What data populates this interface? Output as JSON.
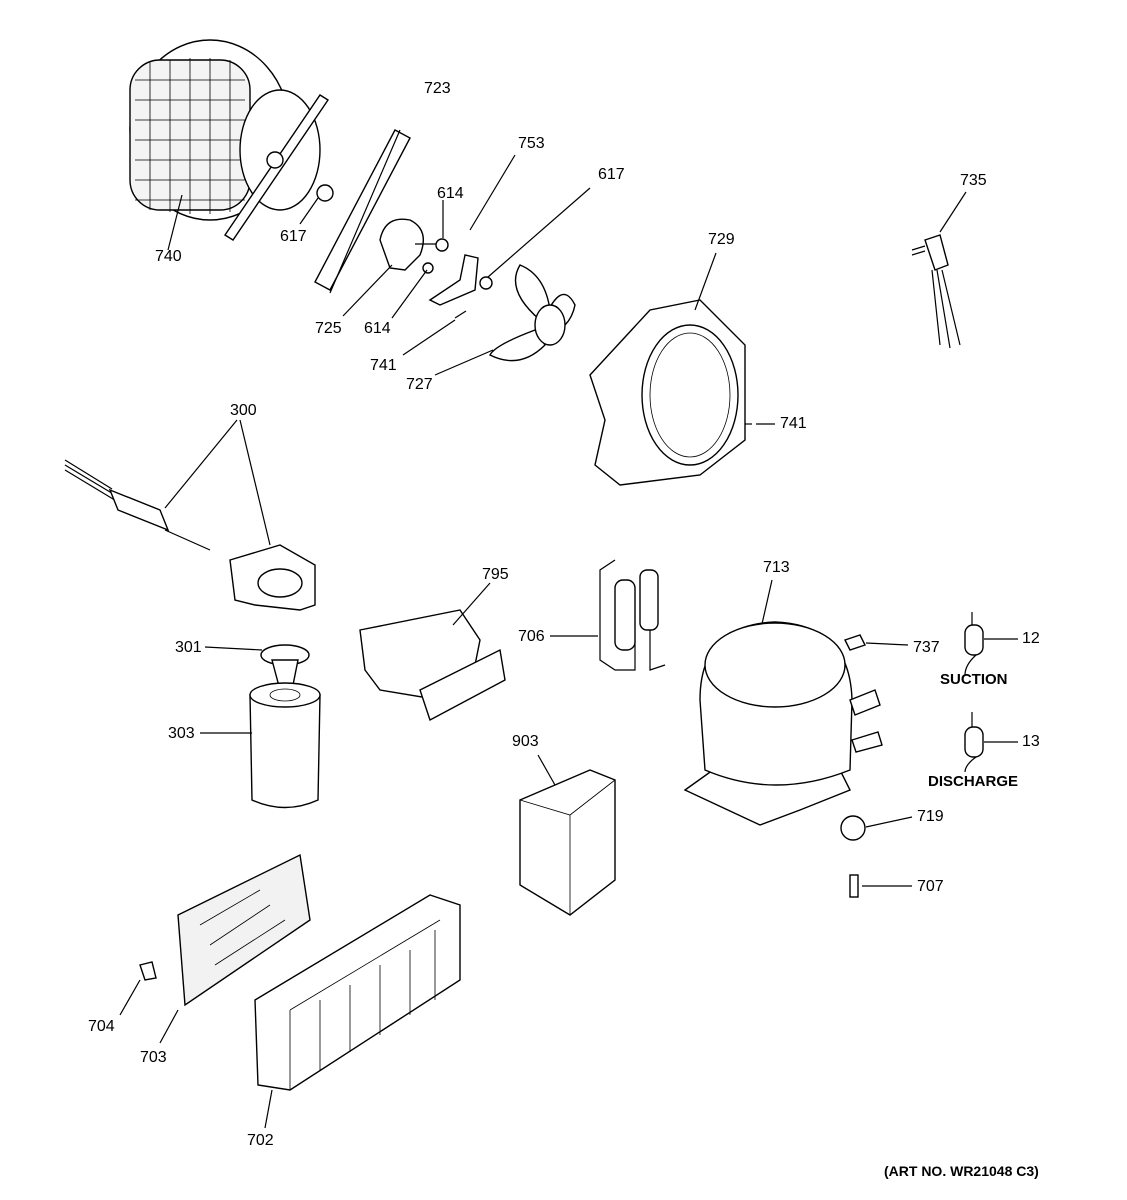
{
  "labels": {
    "l740": "740",
    "l723": "723",
    "l617a": "617",
    "l614a": "614",
    "l753": "753",
    "l617b": "617",
    "l735": "735",
    "l729": "729",
    "l725": "725",
    "l614b": "614",
    "l741a": "741",
    "l727": "727",
    "l741b": "741",
    "l300": "300",
    "l795": "795",
    "l706": "706",
    "l713": "713",
    "l301": "301",
    "l737": "737",
    "l12": "12",
    "l303": "303",
    "l903": "903",
    "l13": "13",
    "l719": "719",
    "l707": "707",
    "l704": "704",
    "l703": "703",
    "l702": "702"
  },
  "captions": {
    "suction": "SUCTION",
    "discharge": "DISCHARGE",
    "art_no": "(ART NO. WR21048 C3)"
  }
}
